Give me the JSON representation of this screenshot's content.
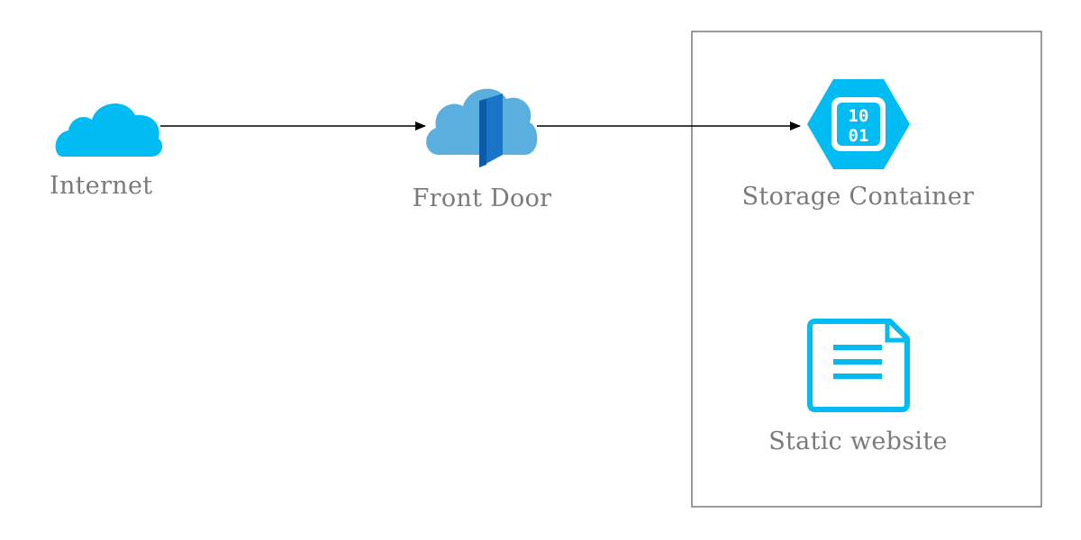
{
  "nodes": {
    "internet": {
      "label": "Internet",
      "icon": "cloud-icon",
      "color": "#00bcf2"
    },
    "front_door": {
      "label": "Front Door",
      "icon": "front-door-icon",
      "colors": [
        "#5aafde",
        "#1a75c8",
        "#0b5aa8"
      ]
    },
    "storage": {
      "label": "Storage Container",
      "icon": "storage-blob-icon",
      "glyph_lines": [
        "10",
        "01"
      ],
      "color": "#00bcf2"
    },
    "static_site": {
      "label": "Static website",
      "icon": "document-icon",
      "color": "#00bcf2"
    }
  },
  "edges": [
    {
      "from": "internet",
      "to": "front_door"
    },
    {
      "from": "front_door",
      "to": "storage"
    }
  ],
  "group": {
    "members": [
      "storage",
      "static_site"
    ],
    "border_color": "#7a7a7a"
  }
}
